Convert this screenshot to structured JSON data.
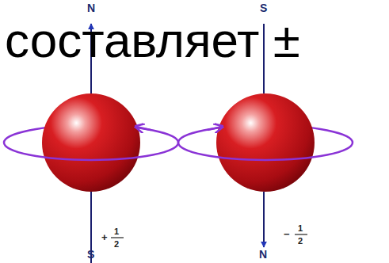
{
  "diagram": {
    "labels": [
      "составляет ±",
      "N",
      "S",
      "+",
      "1",
      "2",
      "S",
      "−",
      "1",
      "2",
      "N"
    ]
  }
}
